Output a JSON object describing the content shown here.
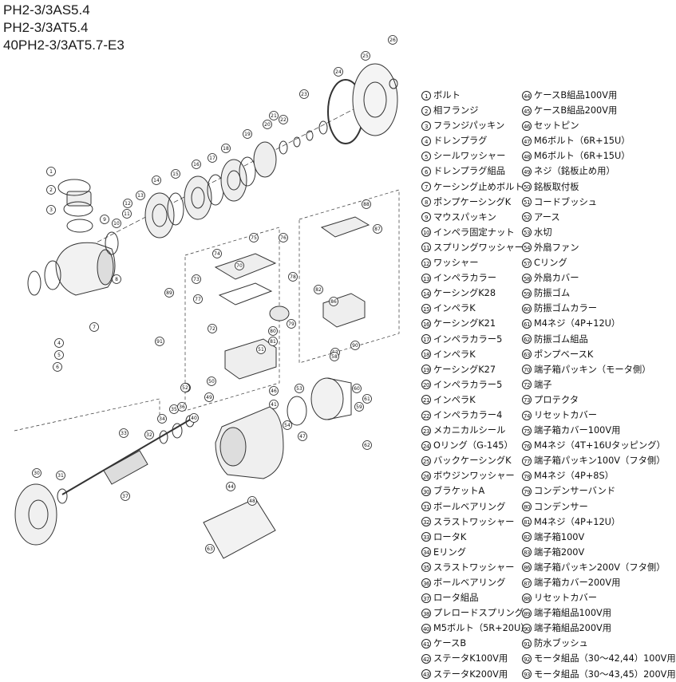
{
  "titles": [
    "PH2-3/3AS5.4",
    "PH2-3/3AT5.4",
    "40PH2-3/3AT5.7-E3"
  ],
  "legend_col1": [
    {
      "no": "1",
      "label": "ボルト"
    },
    {
      "no": "2",
      "label": "相フランジ"
    },
    {
      "no": "3",
      "label": "フランジパッキン"
    },
    {
      "no": "4",
      "label": "ドレンプラグ"
    },
    {
      "no": "5",
      "label": "シールワッシャー"
    },
    {
      "no": "6",
      "label": "ドレンプラグ組品"
    },
    {
      "no": "7",
      "label": "ケーシング止めボルト"
    },
    {
      "no": "8",
      "label": "ポンプケーシングK"
    },
    {
      "no": "9",
      "label": "マウスパッキン"
    },
    {
      "no": "10",
      "label": "インペラ固定ナット"
    },
    {
      "no": "11",
      "label": "スプリングワッシャー"
    },
    {
      "no": "12",
      "label": "ワッシャー"
    },
    {
      "no": "13",
      "label": "インペラカラー"
    },
    {
      "no": "14",
      "label": "ケーシングK28"
    },
    {
      "no": "15",
      "label": "インペラK"
    },
    {
      "no": "16",
      "label": "ケーシングK21"
    },
    {
      "no": "17",
      "label": "インペラカラー5"
    },
    {
      "no": "18",
      "label": "インペラK"
    },
    {
      "no": "19",
      "label": "ケーシングK27"
    },
    {
      "no": "20",
      "label": "インペラカラー5"
    },
    {
      "no": "21",
      "label": "インペラK"
    },
    {
      "no": "22",
      "label": "インペラカラー4"
    },
    {
      "no": "23",
      "label": "メカニカルシール"
    },
    {
      "no": "24",
      "label": "Oリング（G-145）"
    },
    {
      "no": "25",
      "label": "バックケーシングK"
    },
    {
      "no": "26",
      "label": "ボウジンワッシャー"
    },
    {
      "no": "30",
      "label": "ブラケットA"
    },
    {
      "no": "31",
      "label": "ボールベアリング"
    },
    {
      "no": "32",
      "label": "スラストワッシャー"
    },
    {
      "no": "33",
      "label": "ロータK"
    },
    {
      "no": "34",
      "label": "Eリング"
    },
    {
      "no": "35",
      "label": "スラストワッシャー"
    },
    {
      "no": "36",
      "label": "ボールベアリング"
    },
    {
      "no": "37",
      "label": "ロータ組品"
    },
    {
      "no": "38",
      "label": "プレロードスプリング"
    },
    {
      "no": "40",
      "label": "M5ボルト（5R+20U）"
    },
    {
      "no": "41",
      "label": "ケースB"
    },
    {
      "no": "42",
      "label": "ステータK100V用"
    },
    {
      "no": "43",
      "label": "ステータK200V用"
    }
  ],
  "legend_col2": [
    {
      "no": "44",
      "label": "ケースB組品100V用"
    },
    {
      "no": "45",
      "label": "ケースB組品200V用"
    },
    {
      "no": "46",
      "label": "セットピン"
    },
    {
      "no": "47",
      "label": "M6ボルト（6R+15U）"
    },
    {
      "no": "48",
      "label": "M6ボルト（6R+15U）"
    },
    {
      "no": "49",
      "label": "ネジ（銘板止め用）"
    },
    {
      "no": "50",
      "label": "銘板取付板"
    },
    {
      "no": "51",
      "label": "コードブッシュ"
    },
    {
      "no": "52",
      "label": "アース"
    },
    {
      "no": "53",
      "label": "水切"
    },
    {
      "no": "54",
      "label": "外扇ファン"
    },
    {
      "no": "57",
      "label": "Cリング"
    },
    {
      "no": "58",
      "label": "外扇カバー"
    },
    {
      "no": "59",
      "label": "防振ゴム"
    },
    {
      "no": "60",
      "label": "防振ゴムカラー"
    },
    {
      "no": "61",
      "label": "M4ネジ（4P+12U）"
    },
    {
      "no": "62",
      "label": "防振ゴム組品"
    },
    {
      "no": "63",
      "label": "ポンプベースK"
    },
    {
      "no": "70",
      "label": "端子箱パッキン（モータ側）"
    },
    {
      "no": "72",
      "label": "端子"
    },
    {
      "no": "73",
      "label": "プロテクタ"
    },
    {
      "no": "74",
      "label": "リセットカバー"
    },
    {
      "no": "75",
      "label": "端子箱カバー100V用"
    },
    {
      "no": "76",
      "label": "M4ネジ（4T+16Uタッピング）"
    },
    {
      "no": "77",
      "label": "端子箱パッキン100V（フタ側）"
    },
    {
      "no": "78",
      "label": "M4ネジ（4P+8S）"
    },
    {
      "no": "79",
      "label": "コンデンサーバンド"
    },
    {
      "no": "80",
      "label": "コンデンサー"
    },
    {
      "no": "81",
      "label": "M4ネジ（4P+12U）"
    },
    {
      "no": "82",
      "label": "端子箱100V"
    },
    {
      "no": "83",
      "label": "端子箱200V"
    },
    {
      "no": "86",
      "label": "端子箱パッキン200V（フタ側）"
    },
    {
      "no": "87",
      "label": "端子箱カバー200V用"
    },
    {
      "no": "88",
      "label": "リセットカバー"
    },
    {
      "no": "89",
      "label": "端子箱組品100V用"
    },
    {
      "no": "90",
      "label": "端子箱組品200V用"
    },
    {
      "no": "91",
      "label": "防水ブッシュ"
    },
    {
      "no": "92",
      "label": "モータ組品（30〜42,44）100V用"
    },
    {
      "no": "93",
      "label": "モータ組品（30〜43,45）200V用"
    }
  ],
  "callouts": [
    {
      "no": "1"
    },
    {
      "no": "2"
    },
    {
      "no": "3"
    },
    {
      "no": "4"
    },
    {
      "no": "5"
    },
    {
      "no": "6"
    },
    {
      "no": "7"
    },
    {
      "no": "8"
    },
    {
      "no": "9"
    },
    {
      "no": "10"
    },
    {
      "no": "11"
    },
    {
      "no": "12"
    },
    {
      "no": "13"
    },
    {
      "no": "14"
    },
    {
      "no": "15"
    },
    {
      "no": "16"
    },
    {
      "no": "17"
    },
    {
      "no": "18"
    },
    {
      "no": "19"
    },
    {
      "no": "20"
    },
    {
      "no": "21"
    },
    {
      "no": "22"
    },
    {
      "no": "23"
    },
    {
      "no": "24"
    },
    {
      "no": "25"
    },
    {
      "no": "26"
    },
    {
      "no": "30"
    },
    {
      "no": "31"
    },
    {
      "no": "32"
    },
    {
      "no": "33"
    },
    {
      "no": "34"
    },
    {
      "no": "35"
    },
    {
      "no": "36"
    },
    {
      "no": "37"
    },
    {
      "no": "38"
    },
    {
      "no": "40"
    },
    {
      "no": "41"
    },
    {
      "no": "44"
    },
    {
      "no": "46"
    },
    {
      "no": "47"
    },
    {
      "no": "48"
    },
    {
      "no": "49"
    },
    {
      "no": "50"
    },
    {
      "no": "51"
    },
    {
      "no": "52"
    },
    {
      "no": "53"
    },
    {
      "no": "54"
    },
    {
      "no": "57"
    },
    {
      "no": "58"
    },
    {
      "no": "59"
    },
    {
      "no": "60"
    },
    {
      "no": "61"
    },
    {
      "no": "62"
    },
    {
      "no": "63"
    },
    {
      "no": "70"
    },
    {
      "no": "72"
    },
    {
      "no": "73"
    },
    {
      "no": "74"
    },
    {
      "no": "75"
    },
    {
      "no": "76"
    },
    {
      "no": "77"
    },
    {
      "no": "78"
    },
    {
      "no": "79"
    },
    {
      "no": "80"
    },
    {
      "no": "81"
    },
    {
      "no": "82"
    },
    {
      "no": "86"
    },
    {
      "no": "87"
    },
    {
      "no": "88"
    },
    {
      "no": "89"
    },
    {
      "no": "90"
    },
    {
      "no": "91"
    }
  ]
}
